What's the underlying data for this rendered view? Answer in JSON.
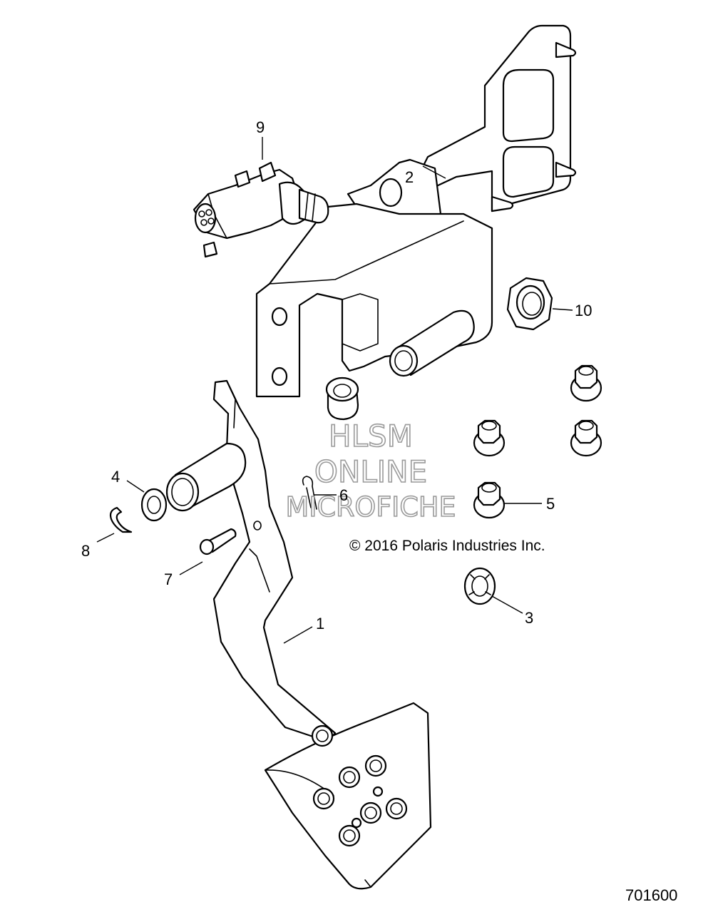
{
  "callouts": [
    {
      "id": "1",
      "label": "1"
    },
    {
      "id": "2",
      "label": "2"
    },
    {
      "id": "3",
      "label": "3"
    },
    {
      "id": "4",
      "label": "4"
    },
    {
      "id": "5",
      "label": "5"
    },
    {
      "id": "6",
      "label": "6"
    },
    {
      "id": "7",
      "label": "7"
    },
    {
      "id": "8",
      "label": "8"
    },
    {
      "id": "9",
      "label": "9"
    },
    {
      "id": "10",
      "label": "10"
    }
  ],
  "watermark": {
    "line1": "HLSM",
    "line2": "ONLINE",
    "line3": "MICROFICHE"
  },
  "copyright": "© 2016 Polaris Industries Inc.",
  "document_number": "701600"
}
